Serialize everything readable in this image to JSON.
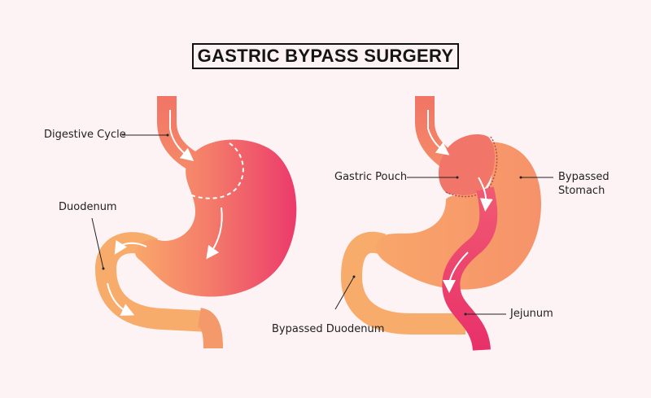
{
  "title": "GASTRIC BYPASS SURGERY",
  "left_diagram": {
    "labels": {
      "digestive_cycle": "Digestive Cycle",
      "duodenum": "Duodenum"
    }
  },
  "right_diagram": {
    "labels": {
      "gastric_pouch": "Gastric Pouch",
      "bypassed_stomach_line1": "Bypassed",
      "bypassed_stomach_line2": "Stomach",
      "jejunum": "Jejunum",
      "bypassed_duodenum": "Bypassed Duodenum"
    }
  },
  "colors": {
    "background": "#fdf3f4",
    "stomach_orange": "#f8a468",
    "stomach_pink": "#ee3b6c",
    "intestine_orange": "#f6ad6b",
    "leader_line": "#222222"
  }
}
